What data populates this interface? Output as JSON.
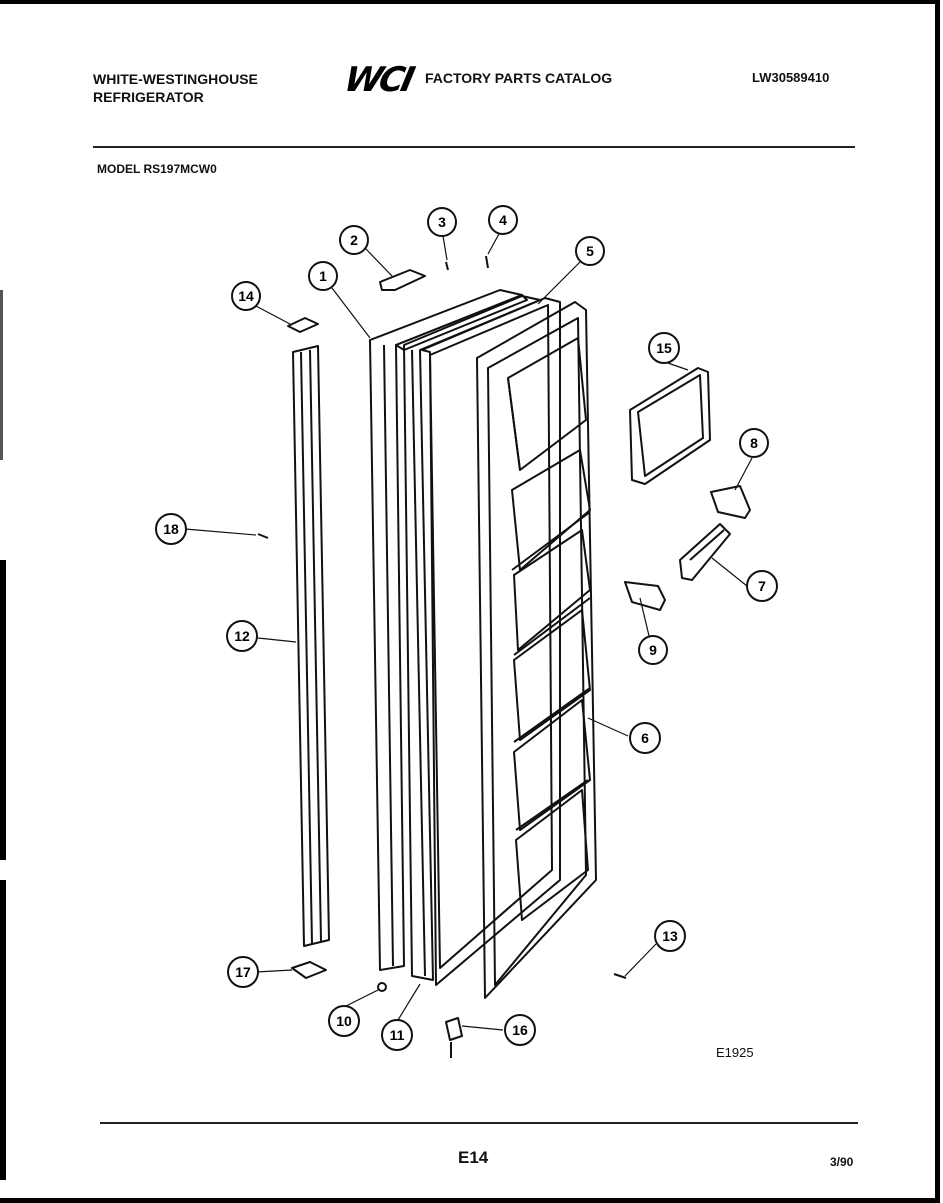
{
  "header": {
    "brand_line1": "WHITE-WESTINGHOUSE",
    "brand_line2": "REFRIGERATOR",
    "logo": "WCI",
    "catalog_title": "FACTORY PARTS CATALOG",
    "catalog_number": "LW30589410"
  },
  "model_label": "MODEL RS197MCW0",
  "diagram": {
    "code": "E1925",
    "callouts": [
      "1",
      "2",
      "3",
      "4",
      "5",
      "6",
      "7",
      "8",
      "9",
      "10",
      "11",
      "12",
      "13",
      "14",
      "15",
      "16",
      "17",
      "18"
    ],
    "callout_17": "17",
    "callout_12": "12"
  },
  "footer": {
    "page": "E14",
    "date": "3/90"
  }
}
